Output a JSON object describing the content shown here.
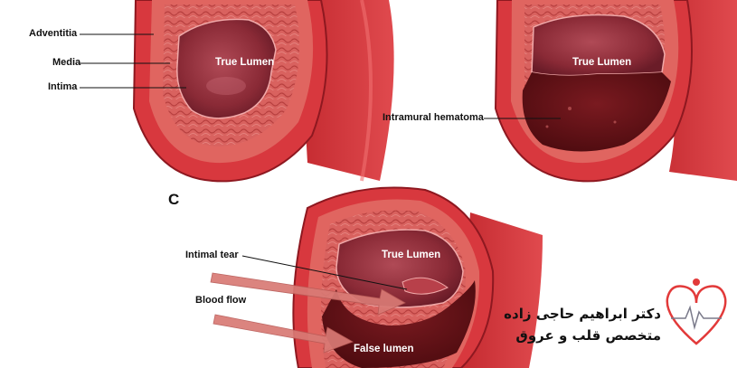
{
  "panels": {
    "a": {
      "labels": {
        "adventitia": "Adventitia",
        "media": "Media",
        "intima": "Intima"
      },
      "lumen": "True Lumen"
    },
    "b": {
      "lumen": "True Lumen",
      "hematoma": "Intramural hematoma"
    },
    "c": {
      "letter": "C",
      "lumen": "True Lumen",
      "intimal_tear": "Intimal tear",
      "blood_flow": "Blood flow",
      "false_lumen": "False lumen"
    }
  },
  "logo": {
    "line1": "دکتر ابراهیم حاجی زاده",
    "line2": "متخصص قلب و عروق"
  },
  "colors": {
    "vessel_outer": "#d8383e",
    "vessel_dark": "#9e1e26",
    "media": "#d96a66",
    "lumen": "#8a2a36",
    "hematoma": "#5e0f14",
    "arrow": "#d97a75"
  }
}
